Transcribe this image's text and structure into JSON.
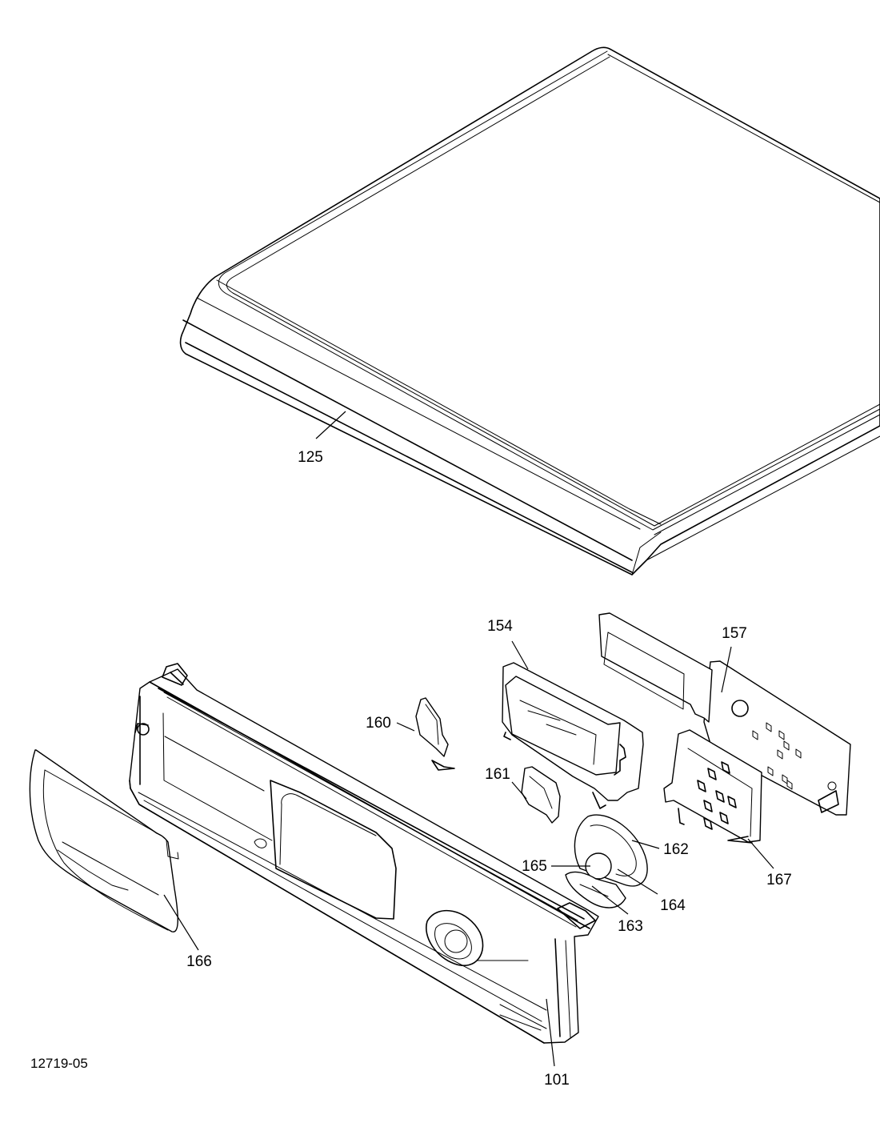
{
  "figure_id": "12719-05",
  "callouts": {
    "c101": "101",
    "c125": "125",
    "c154": "154",
    "c157": "157",
    "c160": "160",
    "c161": "161",
    "c162": "162",
    "c163": "163",
    "c164": "164",
    "c165": "165",
    "c166": "166",
    "c167": "167"
  }
}
